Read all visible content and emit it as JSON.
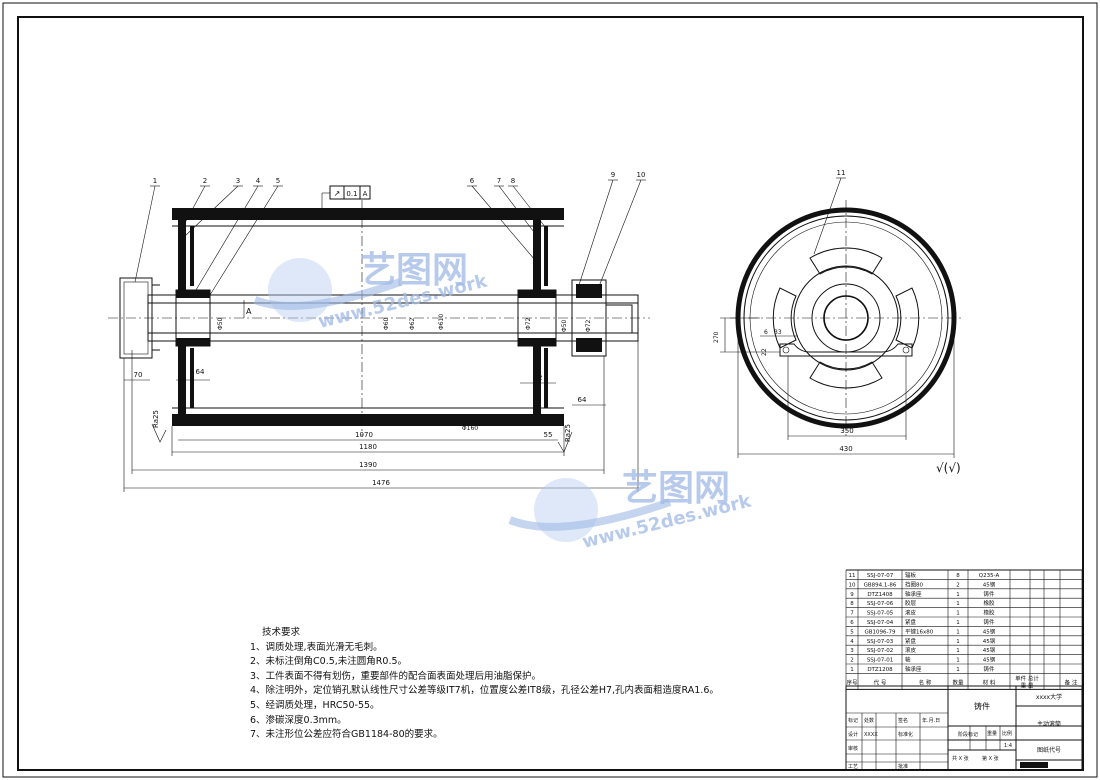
{
  "watermark": {
    "cn": "艺图网",
    "url": "www.52des.work"
  },
  "drawing": {
    "balloons": [
      "1",
      "2",
      "3",
      "4",
      "5",
      "6",
      "7",
      "8",
      "9",
      "10",
      "11"
    ],
    "tolerance_frame": {
      "symbol": "↗",
      "value": "0.1",
      "datum": "A"
    },
    "datum_label": "A",
    "dims": {
      "d70": "70",
      "d64a": "64",
      "d12": "12",
      "d64b": "64",
      "d1070": "1070",
      "d55": "55",
      "d1180": "1180",
      "d1390": "1390",
      "d1476": "1476",
      "d160": "Φ160",
      "dia_a": "Φ50",
      "dia_b": "Φ60",
      "dia_c": "Φ62",
      "dia_d": "Φ610",
      "dia_e": "Φ72",
      "ra_left": "Ra25",
      "ra_right": "Ra25",
      "d270": "270",
      "d6": "6",
      "d33": "33",
      "d22": "22",
      "d350": "350",
      "d430": "430"
    },
    "surface_mark": "√(√)"
  },
  "requirements": {
    "title": "技术要求",
    "items": [
      "1、调质处理,表面光滑无毛刺。",
      "2、未标注倒角C0.5,未注圆角R0.5。",
      "3、工件表面不得有划伤，重要部件的配合面表面处理后用油脂保护。",
      "4、除注明外，定位销孔默认线性尺寸公差等级IT7机，位置度公差IT8级，孔径公差H7,孔内表面粗造度RA1.6。",
      "5、经调质处理，HRC50-55。",
      "6、渗碳深度0.3mm。",
      "7、未注形位公差应符合GB1184-80的要求。"
    ]
  },
  "bom": {
    "rows": [
      {
        "no": "11",
        "code": "SSJ-07-07",
        "name": "辐板",
        "qty": "8",
        "mat": "Q235-A"
      },
      {
        "no": "10",
        "code": "GB894.1-86",
        "name": "挡圈80",
        "qty": "2",
        "mat": "45钢"
      },
      {
        "no": "9",
        "code": "DTZ1408",
        "name": "轴承座",
        "qty": "1",
        "mat": "铸件"
      },
      {
        "no": "8",
        "code": "SSJ-07-06",
        "name": "胶层",
        "qty": "1",
        "mat": "橡胶"
      },
      {
        "no": "7",
        "code": "SSJ-07-05",
        "name": "滚皮",
        "qty": "1",
        "mat": "橡胶"
      },
      {
        "no": "6",
        "code": "SSJ-07-04",
        "name": "紧盘",
        "qty": "1",
        "mat": "铸件"
      },
      {
        "no": "5",
        "code": "GB1096-79",
        "name": "平键16x80",
        "qty": "1",
        "mat": "45钢"
      },
      {
        "no": "4",
        "code": "SSJ-07-03",
        "name": "紧盘",
        "qty": "1",
        "mat": "45钢"
      },
      {
        "no": "3",
        "code": "SSJ-07-02",
        "name": "滚皮",
        "qty": "1",
        "mat": "45钢"
      },
      {
        "no": "2",
        "code": "SSJ-07-01",
        "name": "轴",
        "qty": "1",
        "mat": "45钢"
      },
      {
        "no": "1",
        "code": "DTZ1208",
        "name": "轴承座",
        "qty": "1",
        "mat": "铸件"
      }
    ],
    "header": {
      "no": "序号",
      "code": "代  号",
      "name": "名  称",
      "qty": "数量",
      "mat": "材  料",
      "weight": "单件 总计",
      "weight2": "重  量",
      "note": "备 注"
    }
  },
  "title_block": {
    "material": "铸件",
    "school": "xxxx大学",
    "title": "主动滚筒",
    "drawing_no": "图纸代号",
    "scale_label": "比例",
    "scale": "1:4",
    "weight_label": "重量",
    "stage_label": "阶段标记",
    "designer_label": "设计",
    "designer": "XXXX",
    "std_label": "标准化",
    "review_label": "审核",
    "craft_label": "工艺",
    "approve_label": "批准",
    "mark_label": "标记",
    "count_label": "处数",
    "sign_label": "签名",
    "date_label": "年.月.日",
    "sheets": "共 X 张",
    "sheet": "第 X 张"
  }
}
